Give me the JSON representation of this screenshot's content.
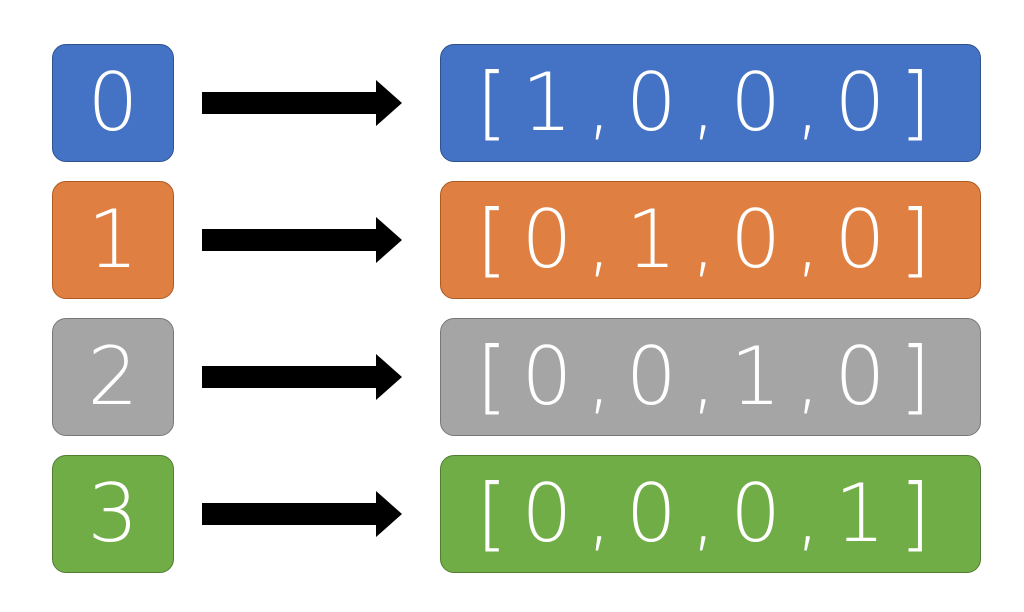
{
  "rows": [
    {
      "index": "0",
      "vector": "[1,0,0,0]",
      "color": "#4472C4",
      "border": "#2F528F"
    },
    {
      "index": "1",
      "vector": "[0,1,0,0]",
      "color": "#E07F42",
      "border": "#AE5A21"
    },
    {
      "index": "2",
      "vector": "[0,0,1,0]",
      "color": "#A5A5A5",
      "border": "#787878"
    },
    {
      "index": "3",
      "vector": "[0,0,0,1]",
      "color": "#70AD47",
      "border": "#507E32"
    }
  ],
  "arrow_color": "#000000",
  "arrow_icon": "right-arrow-icon"
}
